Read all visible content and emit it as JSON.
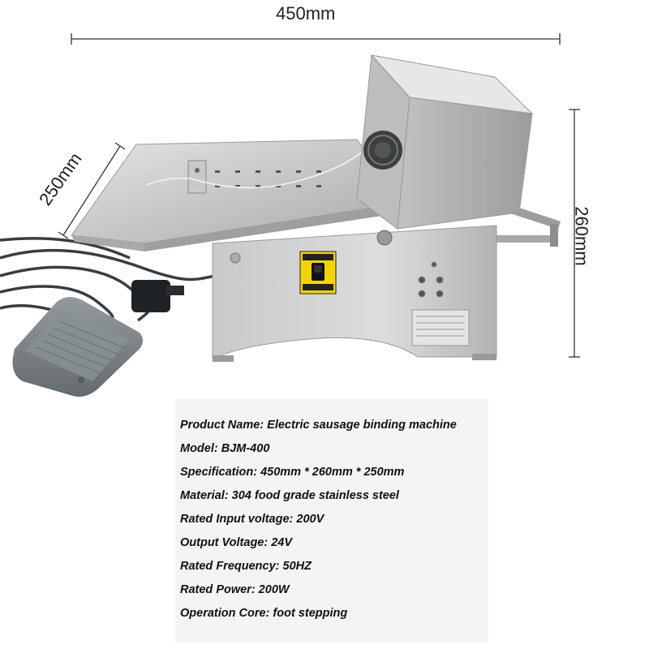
{
  "dimensions": {
    "width": "450mm",
    "height": "260mm",
    "depth": "250mm"
  },
  "colors": {
    "steel_light": "#d6d6d6",
    "steel_mid": "#b5b5b5",
    "steel_dark": "#8d8d8d",
    "cable": "#3a3d40",
    "pedal": "#7c8386",
    "switch_label": "#f4d400",
    "spec_background": "#f4f4f4"
  },
  "specs": [
    "Product Name: Electric sausage binding machine",
    "Model: BJM-400",
    "Specification: 450mm * 260mm * 250mm",
    "Material: 304 food grade stainless steel",
    "Rated Input voltage: 200V",
    "Output Voltage: 24V",
    "Rated Frequency: 50HZ",
    "Rated Power: 200W",
    "Operation Core: foot stepping"
  ]
}
